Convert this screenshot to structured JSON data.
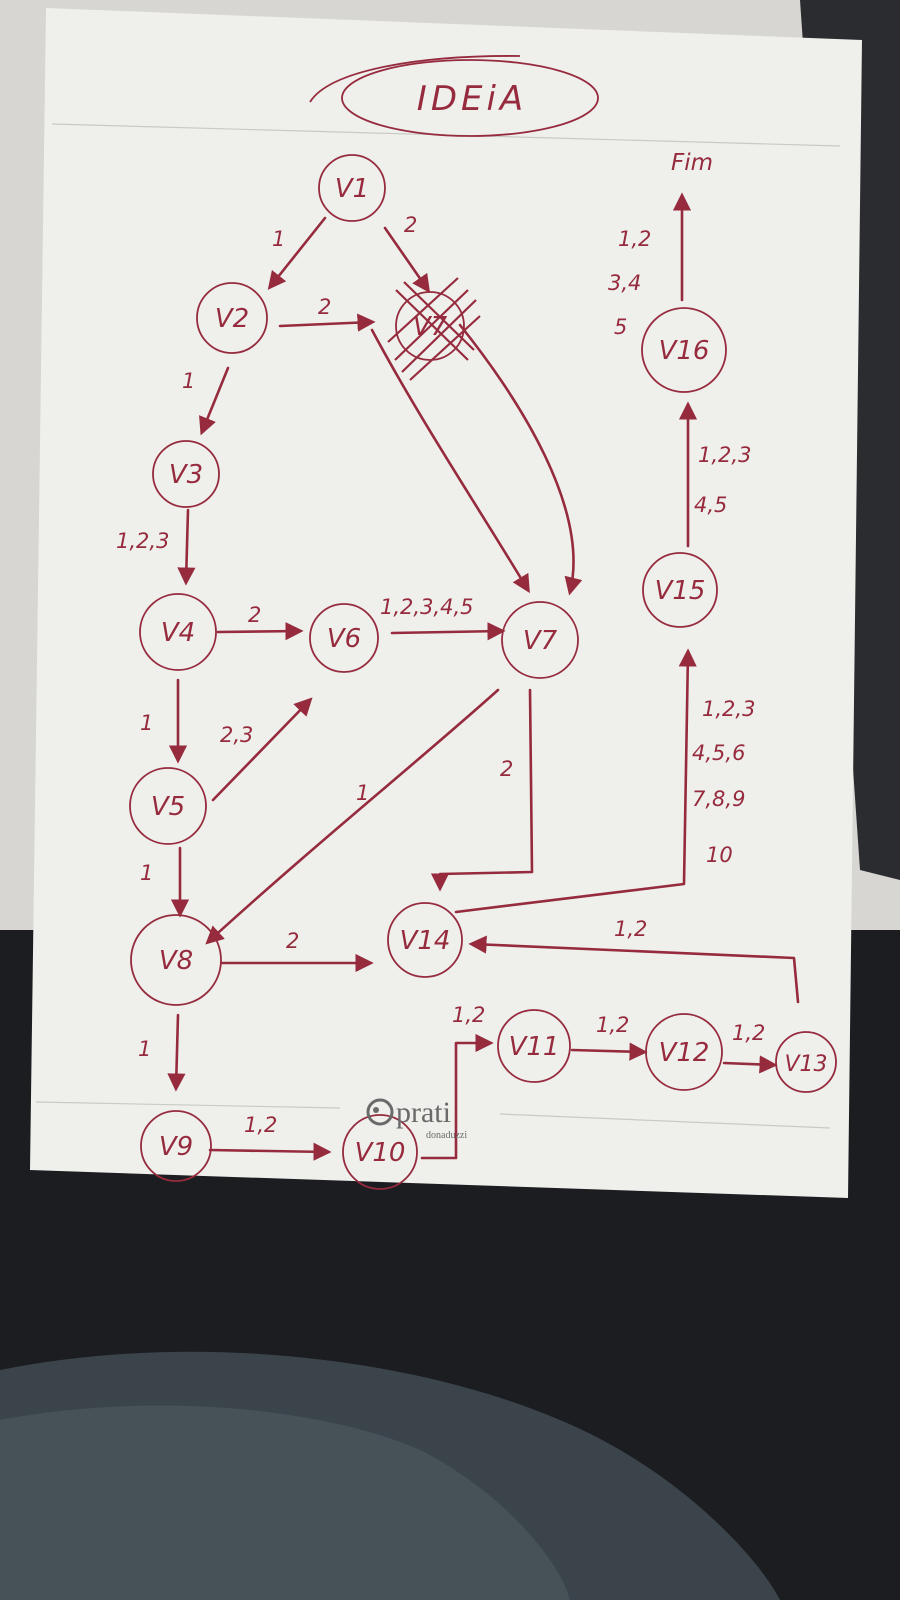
{
  "title": "IDEiA",
  "end_label": "Fim",
  "brand": {
    "name": "prati",
    "sub": "donaduzzi"
  },
  "nodes": {
    "v1": "V1",
    "v2": "V2",
    "v3": "V3",
    "v4": "V4",
    "v5": "V5",
    "v6": "V6",
    "v7_crossed": "V7",
    "v7": "V7",
    "v8": "V8",
    "v9": "V9",
    "v10": "V10",
    "v11": "V11",
    "v12": "V12",
    "v13": "V13",
    "v14": "V14",
    "v15": "V15",
    "v16": "V16"
  },
  "edges": {
    "v1_v2": "1",
    "v1_v7": "2",
    "v2_v7": "2",
    "v2_v3": "1",
    "v3_v4": "1,2,3",
    "v4_v6": "2",
    "v4_v5": "1",
    "v5_v6": "2,3",
    "v6_v7": "1,2,3,4,5",
    "v7_v8": "1",
    "v7_v14": "2",
    "v5_v8": "1",
    "v8_v14": "2",
    "v8_v9": "1",
    "v9_v10": "1,2",
    "v10_v11": "1,2",
    "v11_v12": "1,2",
    "v12_v13": "1,2",
    "v13_v14": "1,2",
    "v14_v15": [
      "1,2,3",
      "4,5,6",
      "7,8,9",
      "10"
    ],
    "v15_v16": [
      "1,2,3",
      "4,5"
    ],
    "v16_fim": [
      "1,2",
      "3,4",
      "5"
    ]
  },
  "colors": {
    "ink": "#962b3e",
    "paper": "#efefec",
    "background": "#1b1d20"
  }
}
